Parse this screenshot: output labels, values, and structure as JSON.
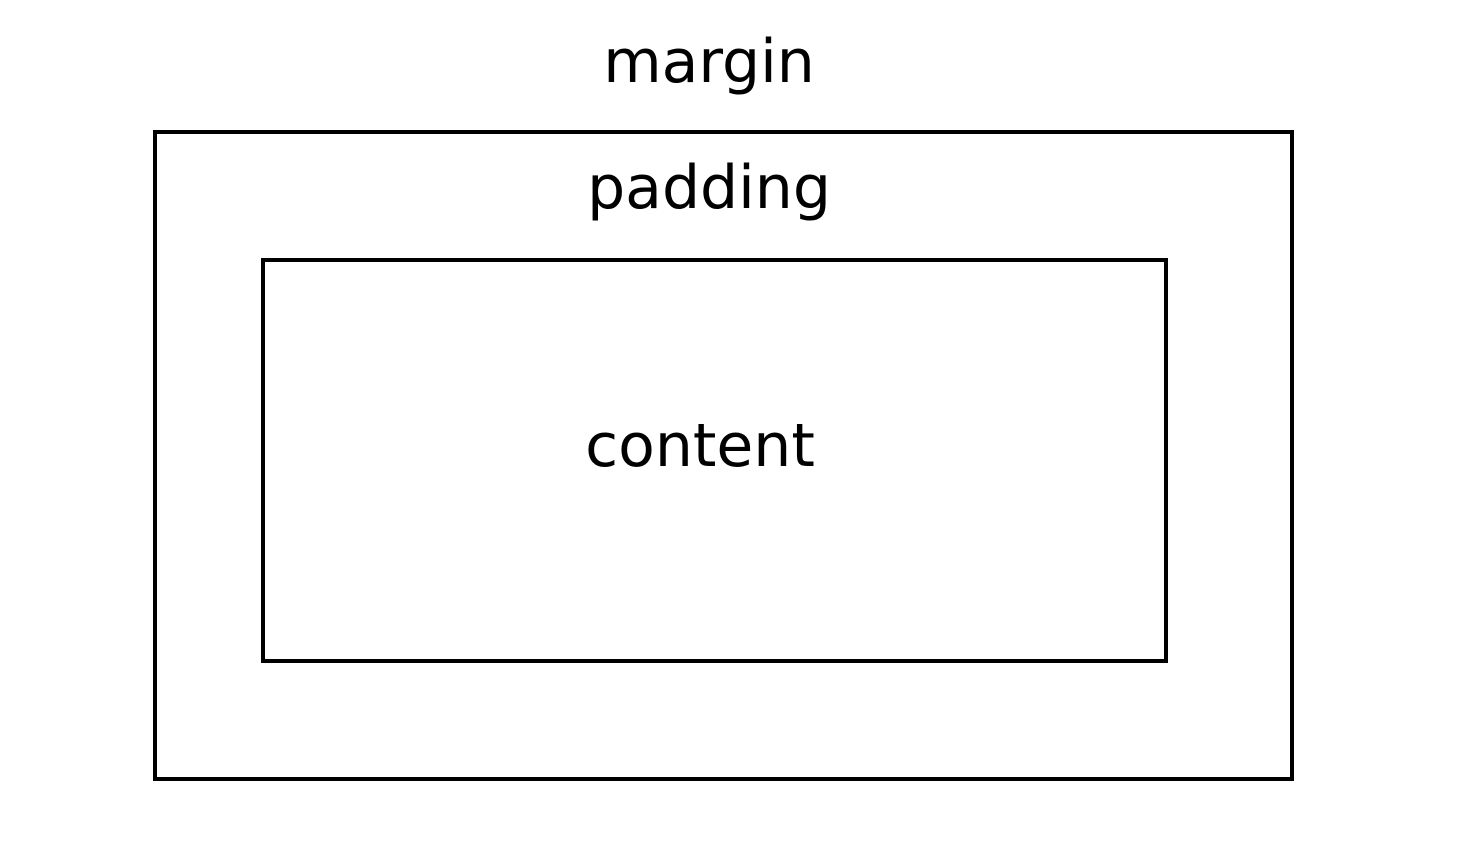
{
  "labels": {
    "margin": "margin",
    "padding": "padding",
    "content": "content"
  }
}
